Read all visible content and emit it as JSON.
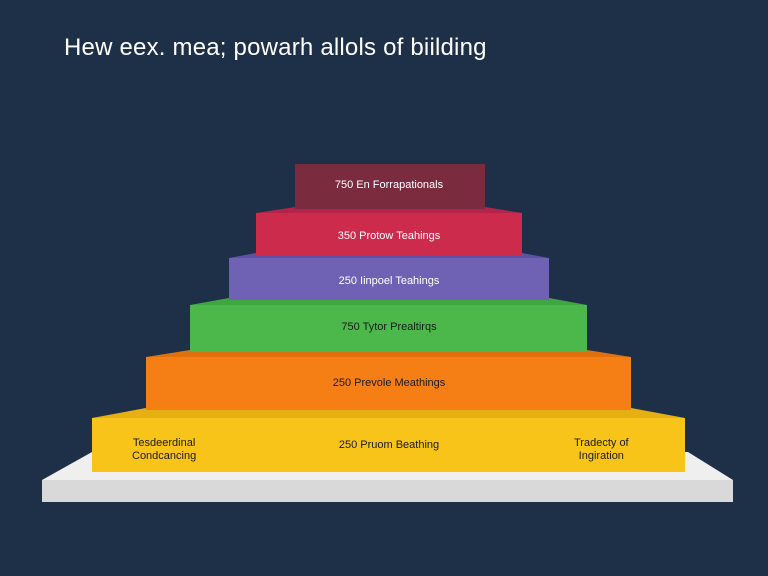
{
  "title": "Hew eex. mea; powarh allols of biilding",
  "tiers": [
    {
      "label": "750 En Forrapationals",
      "color": "#7a2b3e",
      "side": "#9b3a4a",
      "light": true
    },
    {
      "label": "350 Protow Teahings",
      "color": "#cc2b4c",
      "side": "#b5224a",
      "light": true
    },
    {
      "label": "250 Iinpoel Teahings",
      "color": "#6f62b5",
      "side": "#5d52a0",
      "light": true
    },
    {
      "label": "750 Tytor Prealtirqs",
      "color": "#4cb84c",
      "side": "#3fa641",
      "light": false
    },
    {
      "label": "250 Prevole Meathings",
      "color": "#f57f14",
      "side": "#e06f0e",
      "light": false
    },
    {
      "label": "250 Pruom Beathing",
      "color": "#f8c41a",
      "side": "#e6b012",
      "light": false
    }
  ],
  "side_notes": {
    "left": [
      "Tesdeerdinal",
      "Condcancing"
    ],
    "right": [
      "Tradecty of",
      "Ingiration"
    ]
  },
  "base_color": "#d9d9d9"
}
